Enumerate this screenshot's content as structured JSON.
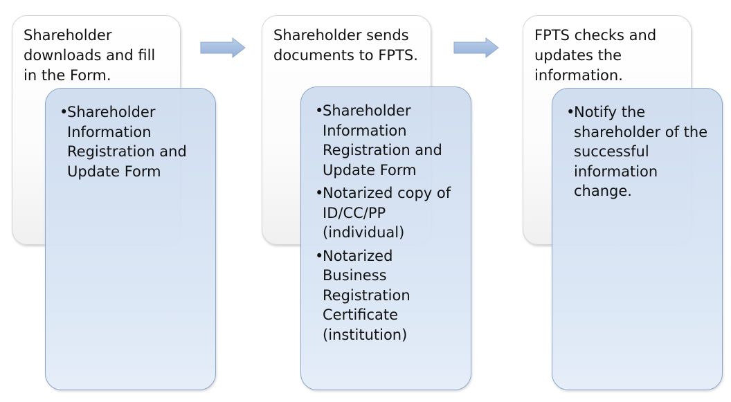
{
  "steps": [
    {
      "header": "Shareholder downloads and fill in the Form.",
      "details": [
        "Shareholder Information Registration and Update Form"
      ]
    },
    {
      "header": "Shareholder sends documents to FPTS.",
      "details": [
        "Shareholder Information Registration and Update Form",
        "Notarized copy of ID/CC/PP (individual)",
        "Notarized Business Registration Certificate (institution)"
      ]
    },
    {
      "header": "FPTS checks and updates the information.",
      "details": [
        "Notify the shareholder of the successful information change."
      ]
    }
  ],
  "colors": {
    "detail_fill": "#d6e2f2",
    "detail_border": "#8da7c8",
    "arrow_fill": "#a9c2e3"
  }
}
